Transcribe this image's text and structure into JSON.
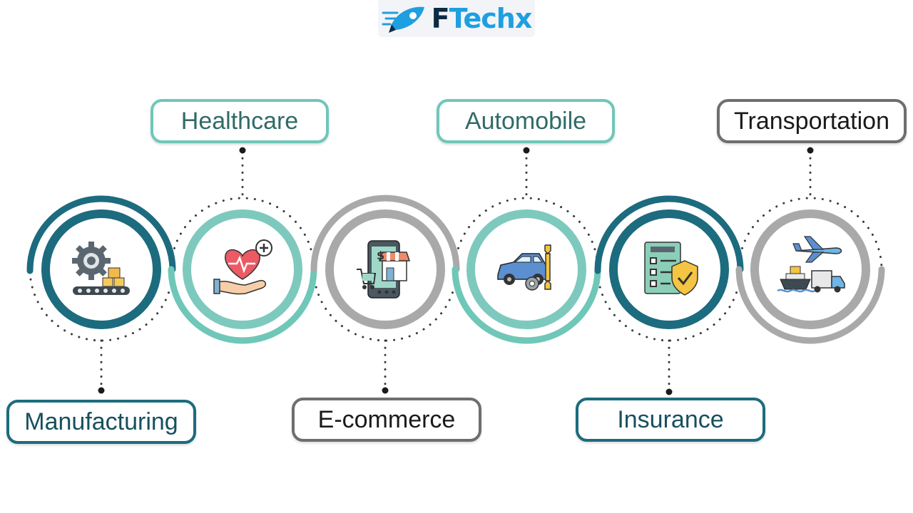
{
  "brand": {
    "logo_text": "Techx",
    "logo_letter": "F",
    "accent": "#1e9fe0",
    "dark": "#0d2a44"
  },
  "colors": {
    "teal_dark": "#1d6b7e",
    "mint": "#6fc7b8",
    "gray": "#a9a9a9"
  },
  "industries": [
    {
      "label": "Manufacturing",
      "icon": "gear-conveyor-icon",
      "position": "bottom",
      "ring_color": "teal-dark"
    },
    {
      "label": "Healthcare",
      "icon": "heart-hand-icon",
      "position": "top",
      "ring_color": "mint"
    },
    {
      "label": "E-commerce",
      "icon": "mobile-shop-icon",
      "position": "bottom",
      "ring_color": "gray"
    },
    {
      "label": "Automobile",
      "icon": "car-wrench-icon",
      "position": "top",
      "ring_color": "mint"
    },
    {
      "label": "Insurance",
      "icon": "shield-document-icon",
      "position": "bottom",
      "ring_color": "teal-dark"
    },
    {
      "label": "Transportation",
      "icon": "plane-ship-truck-icon",
      "position": "top",
      "ring_color": "gray"
    }
  ]
}
